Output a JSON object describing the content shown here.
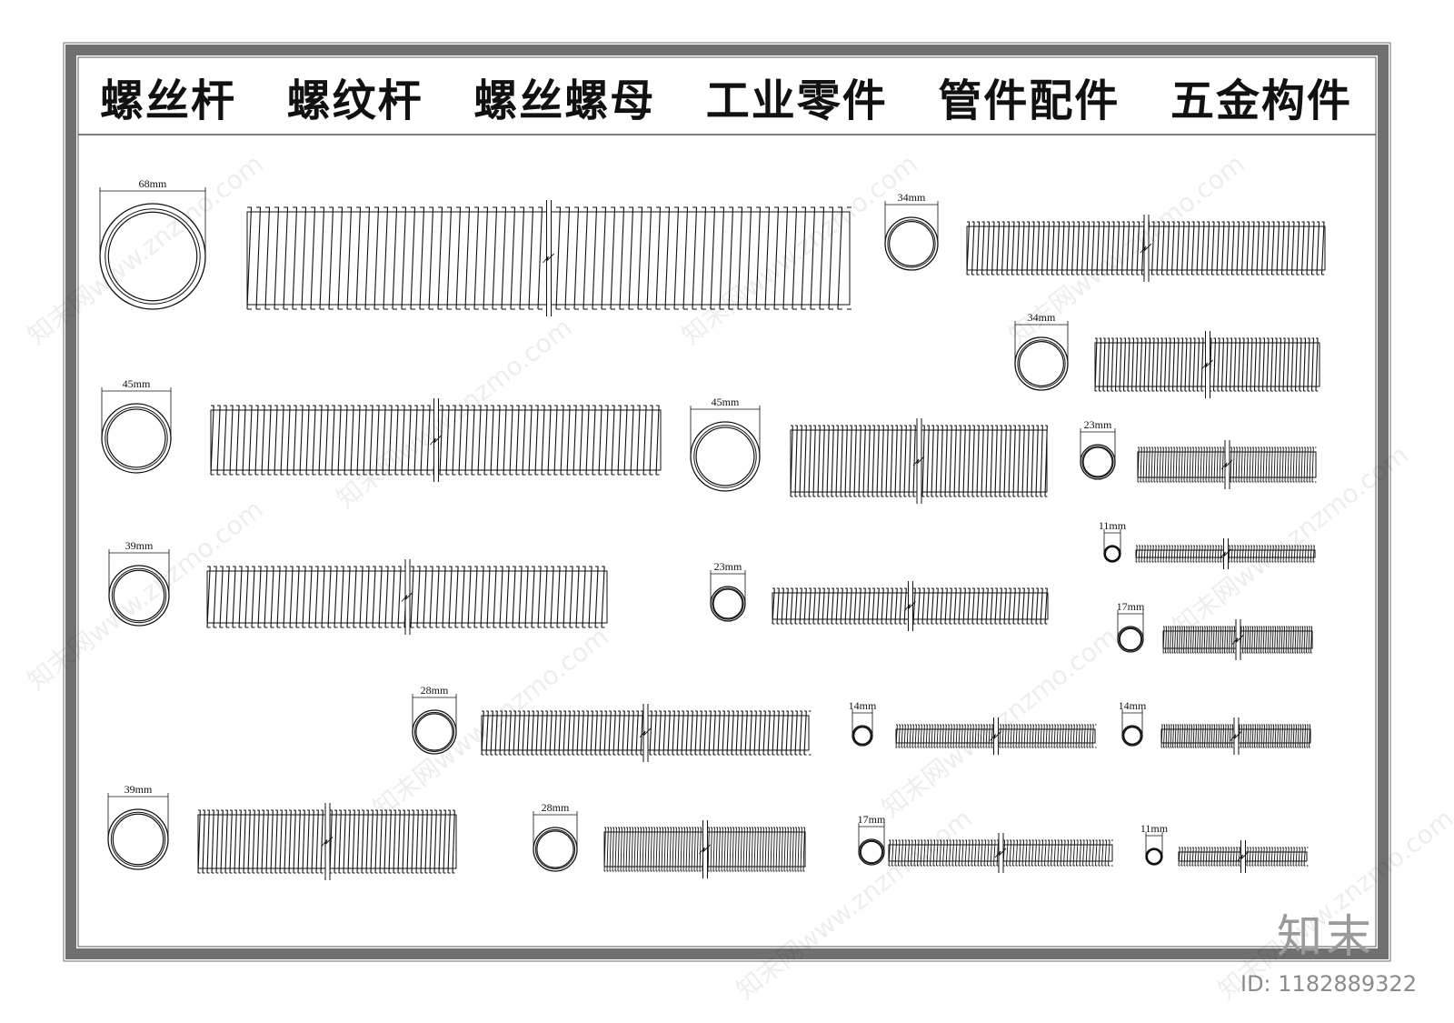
{
  "title": {
    "labels": [
      "螺丝杆",
      "螺纹杆",
      "螺丝螺母",
      "工业零件",
      "管件配件",
      "五金构件"
    ]
  },
  "watermark": {
    "brand": "知末",
    "id_text": "ID: 1182889322",
    "url_text": "知末网www.znzmo.com"
  },
  "rods": [
    {
      "dim": "68mm"
    },
    {
      "dim": "34mm"
    },
    {
      "dim": "34mm"
    },
    {
      "dim": "45mm"
    },
    {
      "dim": "45mm"
    },
    {
      "dim": "23mm"
    },
    {
      "dim": "11mm"
    },
    {
      "dim": "39mm"
    },
    {
      "dim": "23mm"
    },
    {
      "dim": "17mm"
    },
    {
      "dim": "28mm"
    },
    {
      "dim": "14mm"
    },
    {
      "dim": "14mm"
    },
    {
      "dim": "39mm"
    },
    {
      "dim": "28mm"
    },
    {
      "dim": "17mm"
    },
    {
      "dim": "11mm"
    }
  ]
}
